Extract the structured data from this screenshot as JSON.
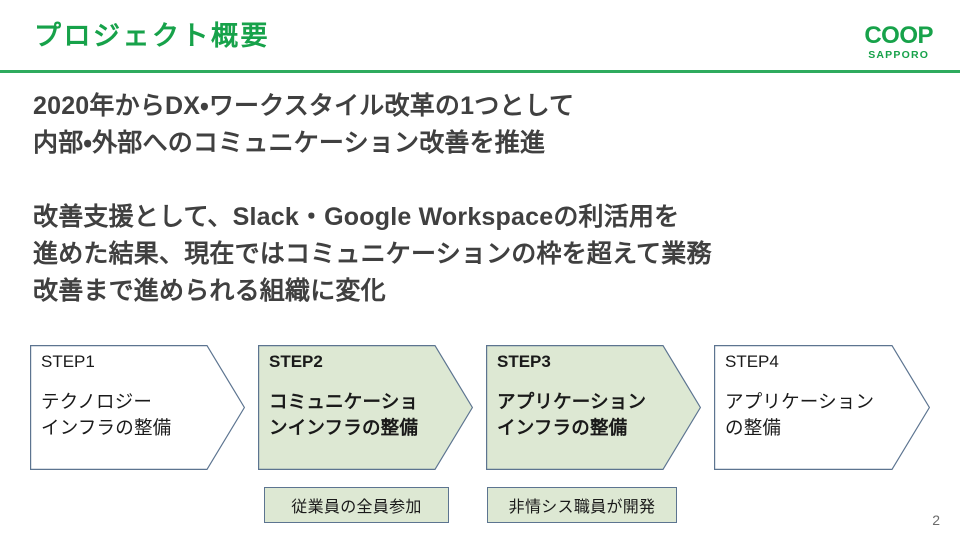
{
  "header": {
    "title": "プロジェクト概要",
    "logo_main": "COOP",
    "logo_sub": "SAPPORO",
    "accent_color": "#17a24a",
    "rule_color": "#2eab5e"
  },
  "body": {
    "paragraph_1": {
      "line_1": "2020年からDX・ワークスタイル改革の1つとして",
      "line_2": "内部・外部へのコミュニケーション改善を推進"
    },
    "paragraph_2": {
      "line_1": "改善支援として、Slack・Google Workspaceの利活用を",
      "line_2": "進めた結果、現在ではコミュニケーションの枠を超えて業務",
      "line_3": "改善まで進められる組織に変化"
    }
  },
  "steps": [
    {
      "title": "STEP1",
      "desc_line_1": "テクノロジー",
      "desc_line_2": "インフラの整備",
      "highlighted": false,
      "fill_color": "#ffffff",
      "border_color": "#5c7490"
    },
    {
      "title": "STEP2",
      "desc_line_1": "コミュニケーショ",
      "desc_line_2": "ンインフラの整備",
      "highlighted": true,
      "fill_color": "#dde8d3",
      "border_color": "#5c7490"
    },
    {
      "title": "STEP3",
      "desc_line_1": "アプリケーション",
      "desc_line_2": "インフラの整備",
      "highlighted": true,
      "fill_color": "#dde8d3",
      "border_color": "#5c7490"
    },
    {
      "title": "STEP4",
      "desc_line_1": "アプリケーション",
      "desc_line_2": "の整備",
      "highlighted": false,
      "fill_color": "#ffffff",
      "border_color": "#5c7490"
    }
  ],
  "callouts": [
    {
      "label": "従業員の全員参加"
    },
    {
      "label": "非情シス職員が開発"
    }
  ],
  "footer": {
    "page_number": "2"
  }
}
